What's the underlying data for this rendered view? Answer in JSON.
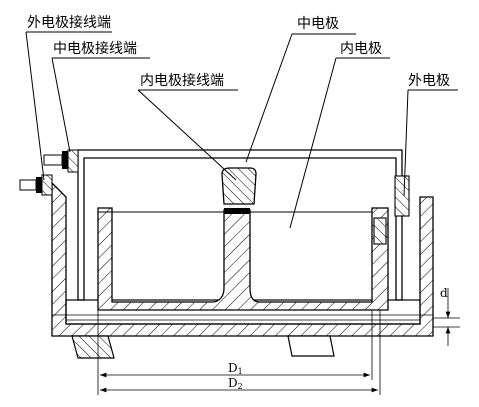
{
  "labels": {
    "outer_terminal": "外电极接线端",
    "middle_terminal": "中电极接线端",
    "inner_terminal": "内电极接线端",
    "middle_electrode": "中电极",
    "inner_electrode": "内电极",
    "outer_electrode": "外电极"
  },
  "dimensions": {
    "d": "d",
    "d1_main": "D",
    "d1_sub": "1",
    "d2_main": "D",
    "d2_sub": "2"
  }
}
